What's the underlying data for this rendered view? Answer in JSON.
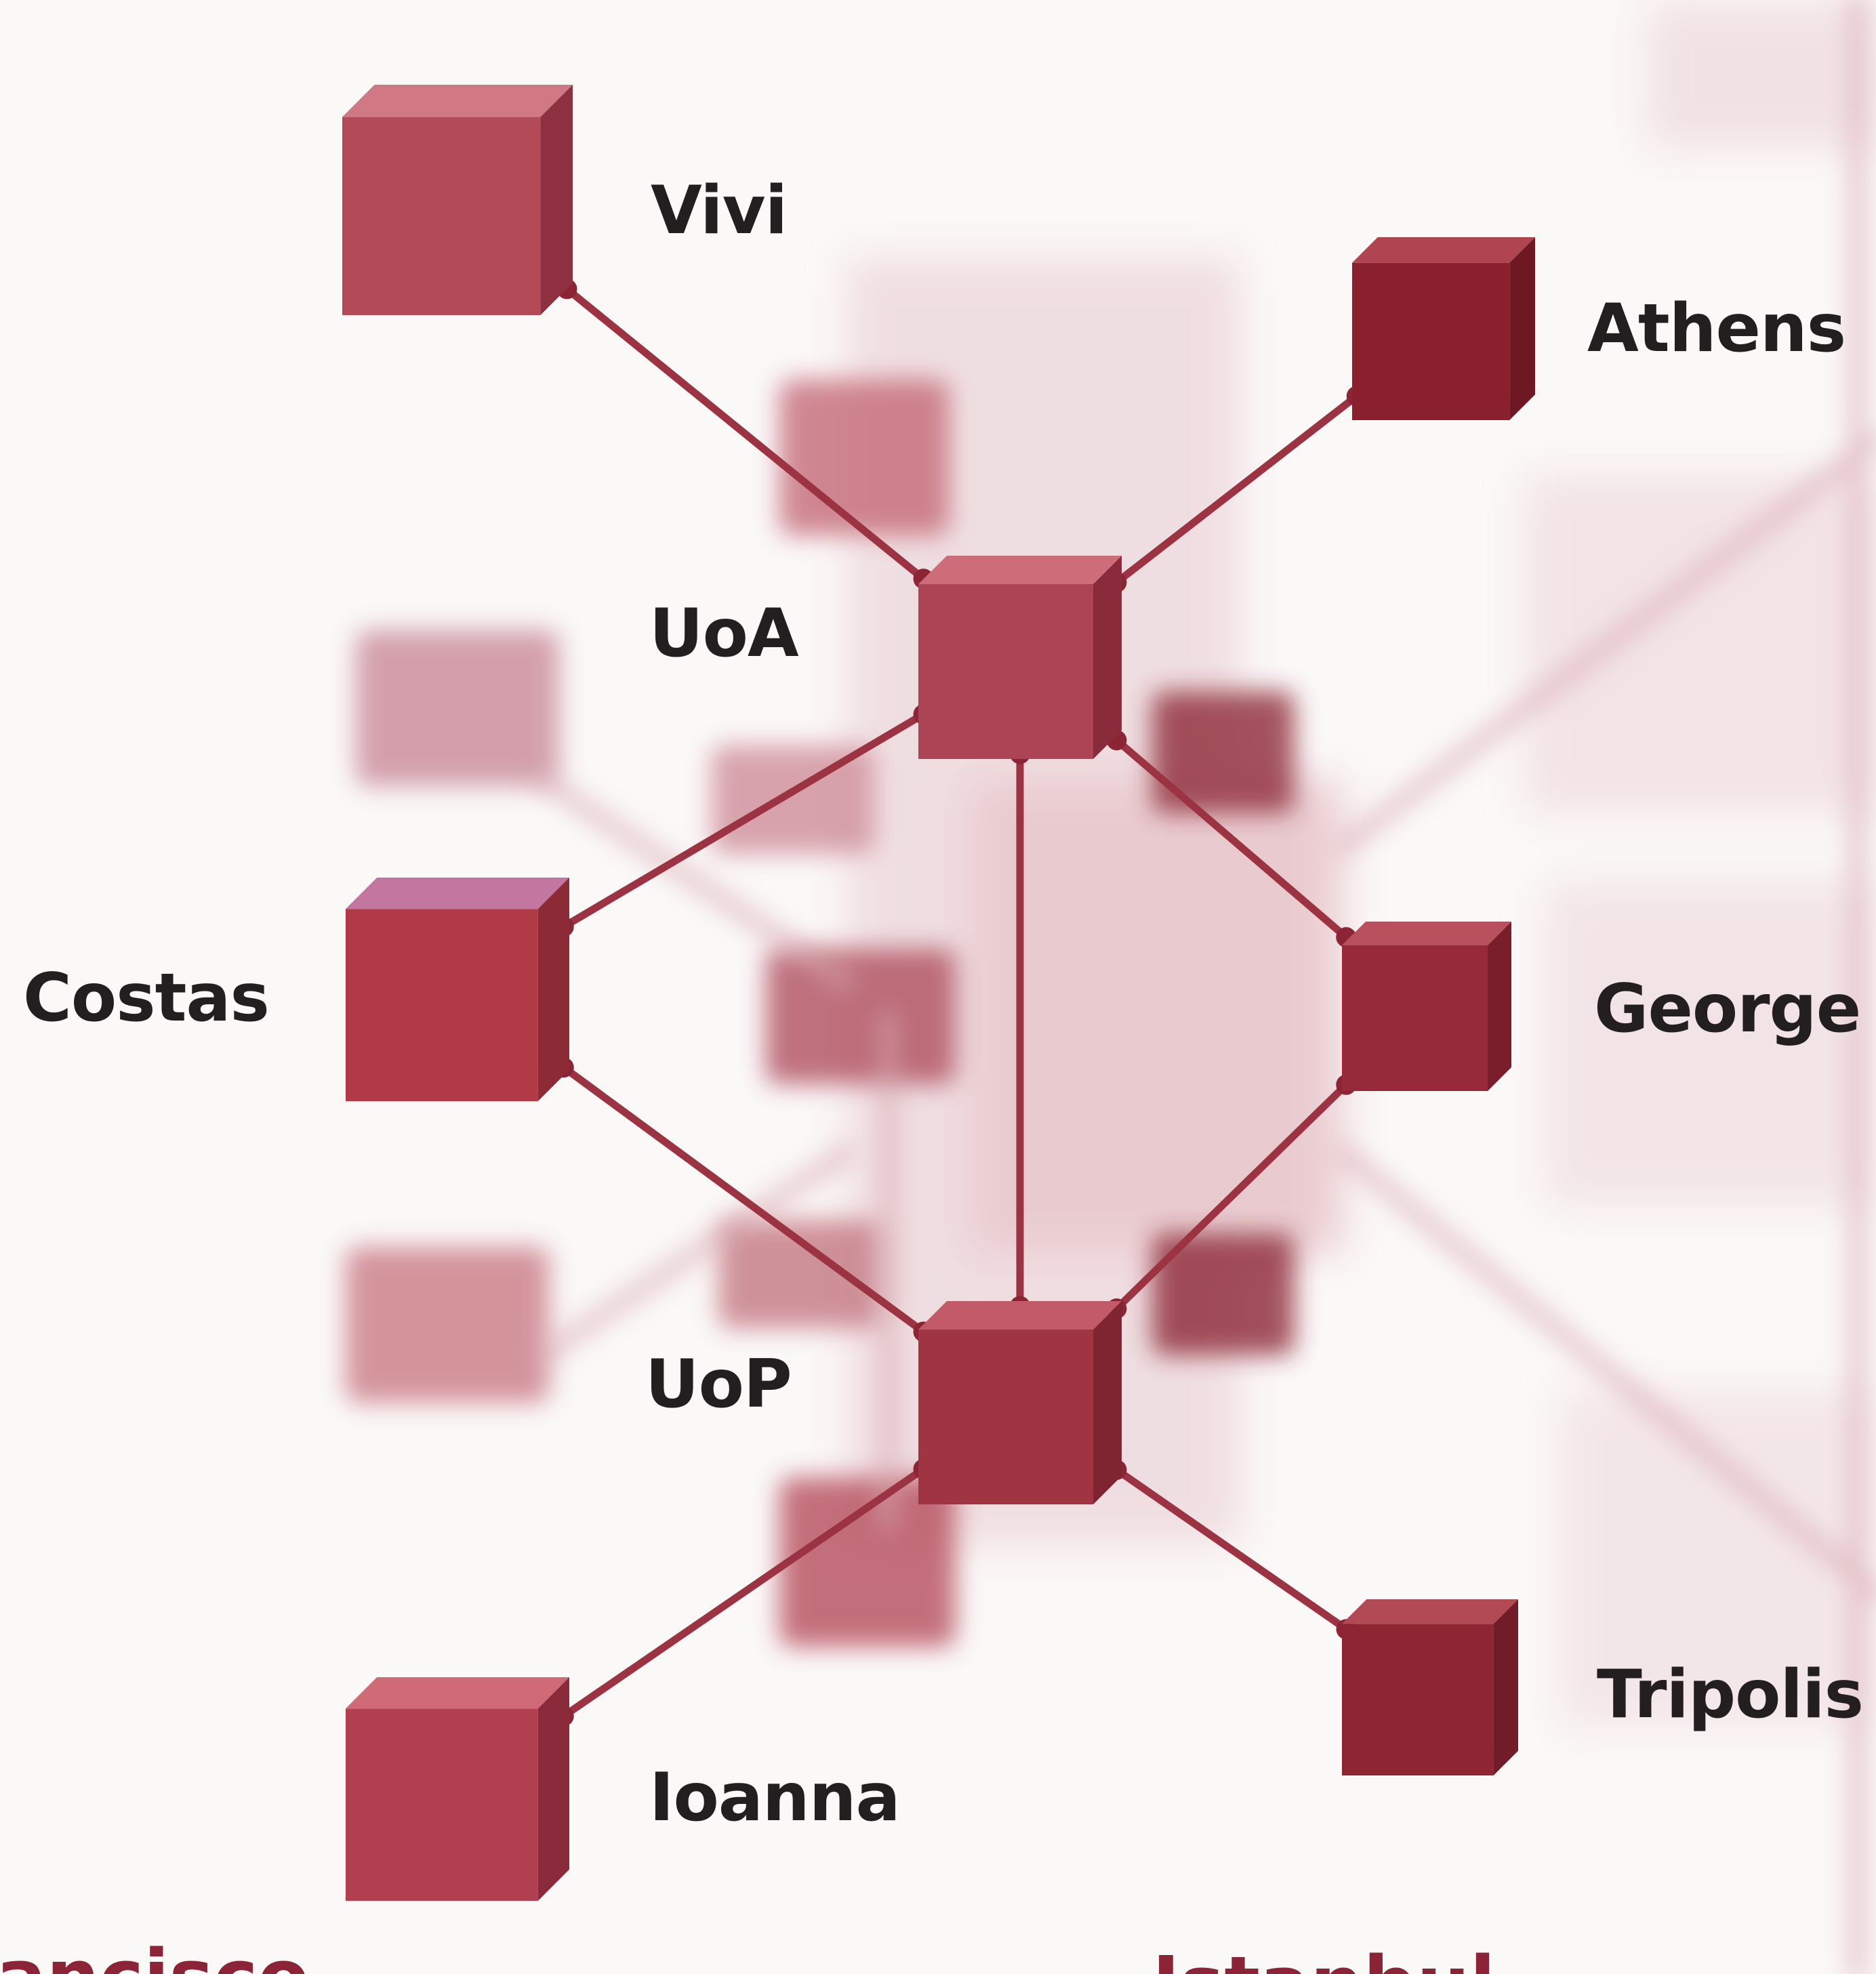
{
  "diagram": {
    "nodes": [
      {
        "id": "vivi",
        "label": "Vivi"
      },
      {
        "id": "athens",
        "label": "Athens"
      },
      {
        "id": "uoa",
        "label": "UoA"
      },
      {
        "id": "costas",
        "label": "Costas"
      },
      {
        "id": "george",
        "label": "George"
      },
      {
        "id": "uop",
        "label": "UoP"
      },
      {
        "id": "tripolis",
        "label": "Tripolis"
      },
      {
        "id": "ioanna",
        "label": "Ioanna"
      }
    ],
    "edges": [
      {
        "from": "vivi",
        "to": "uoa"
      },
      {
        "from": "athens",
        "to": "uoa"
      },
      {
        "from": "uoa",
        "to": "costas"
      },
      {
        "from": "uoa",
        "to": "george"
      },
      {
        "from": "uoa",
        "to": "uop"
      },
      {
        "from": "costas",
        "to": "uop"
      },
      {
        "from": "george",
        "to": "uop"
      },
      {
        "from": "uop",
        "to": "tripolis"
      },
      {
        "from": "uop",
        "to": "ioanna"
      }
    ]
  },
  "footer": {
    "left_fragment": "rancisco",
    "right_fragment": "Istanbul"
  },
  "colors": {
    "accent": "#9b2c3d",
    "node_dark": "#7a1f2b",
    "node_mid": "#a8394a",
    "node_light": "#c4606e",
    "node_purple": "#b07ab8",
    "edge": "#9c3342",
    "label_text": "#231f20",
    "background": "#fbf8f8"
  }
}
